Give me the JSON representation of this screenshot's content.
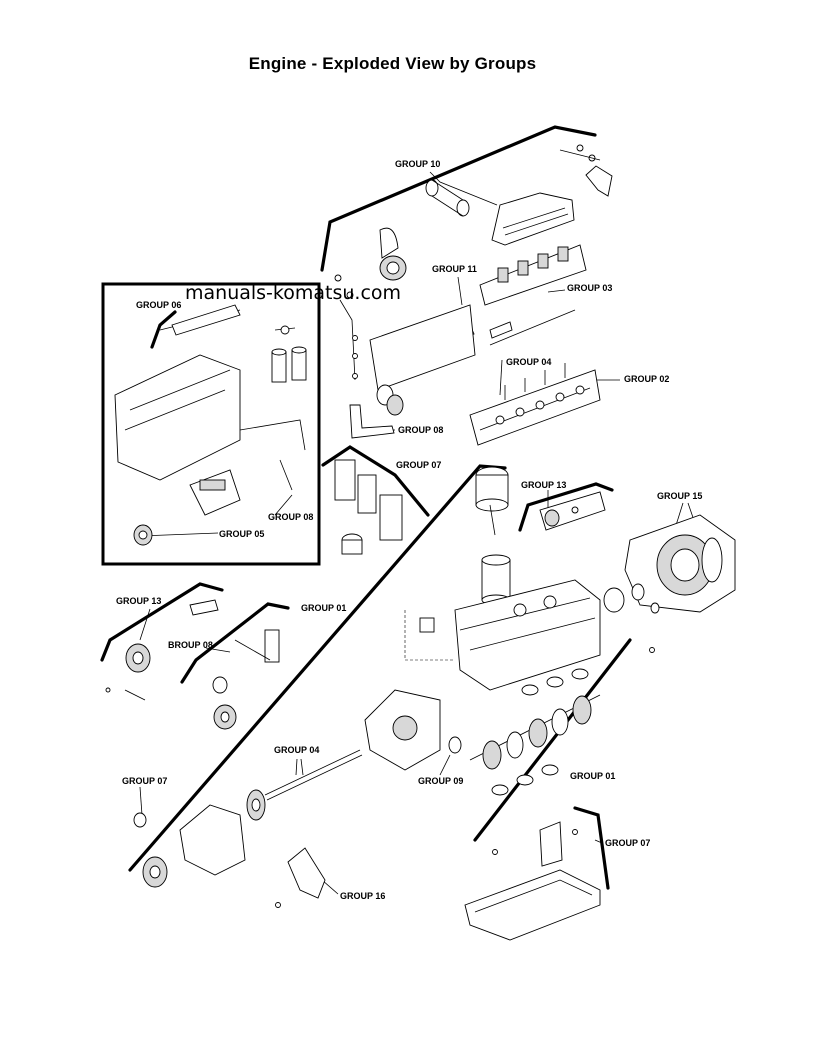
{
  "title": "Engine - Exploded View by Groups",
  "watermark": "manuals-komatsu.com",
  "labels": {
    "group_10": "GROUP 10",
    "group_11": "GROUP 11",
    "group_03": "GROUP 03",
    "group_04_top": "GROUP 04",
    "group_02": "GROUP 02",
    "group_08_top": "GROUP 08",
    "group_07_mid": "GROUP 07",
    "group_06_inset": "GROUP 06",
    "group_08_inset": "GROUP 08",
    "group_05_inset": "GROUP 05",
    "group_13_right": "GROUP 13",
    "group_15": "GROUP 15",
    "group_13_left": "GROUP 13",
    "broup_08_left": "BROUP 08",
    "group_01_left": "GROUP 01",
    "group_04_low": "GROUP 04",
    "group_07_left": "GROUP 07",
    "group_09": "GROUP 09",
    "group_01_right": "GROUP 01",
    "group_07_low": "GROUP 07",
    "group_16": "GROUP 16"
  }
}
